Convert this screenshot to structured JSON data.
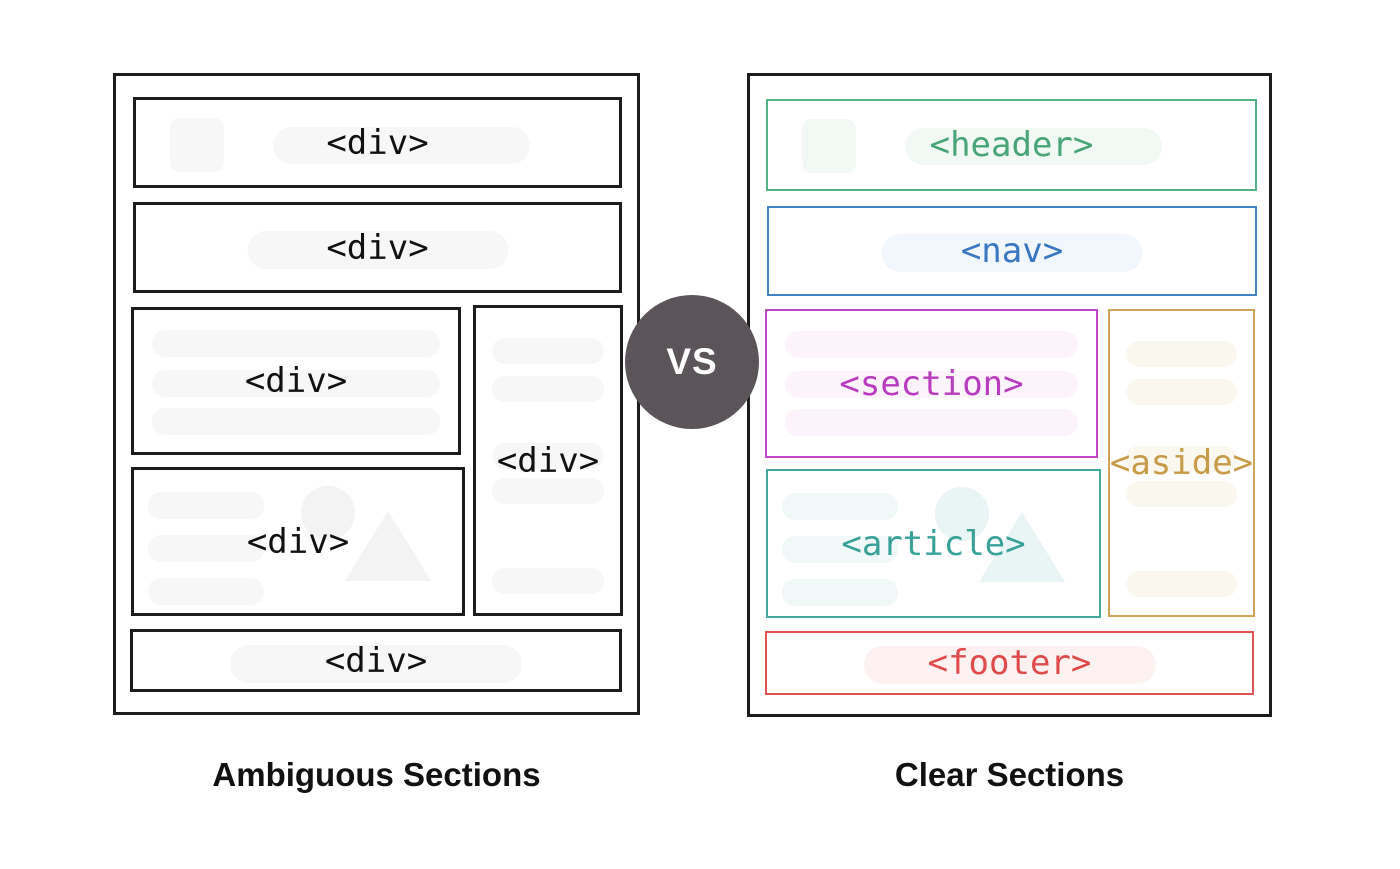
{
  "diagram": {
    "vs": {
      "label": "VS",
      "background": "#5b555a",
      "text_color": "#ffffff"
    },
    "left_panel": {
      "caption": "Ambiguous Sections",
      "panel_border": "#1c1c1c",
      "box_style": {
        "border": "#1c1c1c",
        "text": "#111111",
        "tint": "#f7f7f7",
        "tint2": "#f3f3f3"
      },
      "boxes": [
        {
          "role": "banner-area",
          "label": "<div>"
        },
        {
          "role": "nav-area",
          "label": "<div>"
        },
        {
          "role": "content-area",
          "label": "<div>"
        },
        {
          "role": "side-column",
          "label": "<div>"
        },
        {
          "role": "media-area",
          "label": "<div>"
        },
        {
          "role": "bottom-bar",
          "label": "<div>"
        }
      ]
    },
    "right_panel": {
      "caption": "Clear Sections",
      "panel_border": "#1c1c1c",
      "boxes": [
        {
          "role": "header",
          "label": "<header>",
          "border": "#55b186",
          "text": "#47a578",
          "tint": "#f2f9f5",
          "tint2": "#ecf6f1"
        },
        {
          "role": "nav",
          "label": "<nav>",
          "border": "#4480c6",
          "text": "#3a77c2",
          "tint": "#f2f7fd",
          "tint2": "#eaf2fb"
        },
        {
          "role": "section",
          "label": "<section>",
          "border": "#c246c6",
          "text": "#b93bbe",
          "tint": "#fcf3fb",
          "tint2": "#f9ecf8"
        },
        {
          "role": "aside",
          "label": "<aside>",
          "border": "#cfa458",
          "text": "#c79b47",
          "tint": "#faf7ee",
          "tint2": "#f6f1e2"
        },
        {
          "role": "article",
          "label": "<article>",
          "border": "#44a89f",
          "text": "#38a198",
          "tint": "#f1f8f8",
          "tint2": "#e9f4f4"
        },
        {
          "role": "footer",
          "label": "<footer>",
          "border": "#e25252",
          "text": "#df4b4b",
          "tint": "#fdf1f1",
          "tint2": "#fbe9e9"
        }
      ]
    }
  }
}
